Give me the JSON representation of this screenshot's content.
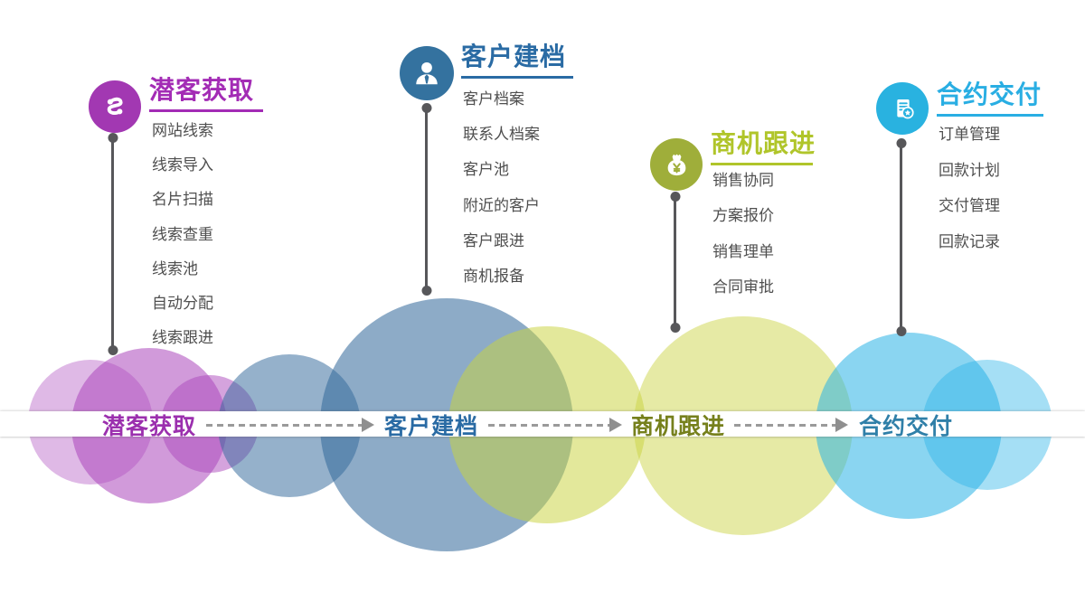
{
  "stages": [
    {
      "title": "潜客获取",
      "icon": "route-squiggle-icon",
      "icon_bg": "#A238B2",
      "title_color": "#A32CB5",
      "band_label": "潜客获取",
      "band_label_color": "#9B2FAE",
      "items": [
        "网站线索",
        "线索导入",
        "名片扫描",
        "线索查重",
        "线索池",
        "自动分配",
        "线索跟进"
      ]
    },
    {
      "title": "客户建档",
      "icon": "businessman-icon",
      "icon_bg": "#34729F",
      "title_color": "#2A6BA4",
      "band_label": "客户建档",
      "band_label_color": "#2A6BA4",
      "items": [
        "客户档案",
        "联系人档案",
        "客户池",
        "附近的客户",
        "客户跟进",
        "商机报备"
      ]
    },
    {
      "title": "商机跟进",
      "icon": "money-bag-icon",
      "icon_bg": "#9FAE3A",
      "title_color": "#B0C52A",
      "band_label": "商机跟进",
      "band_label_color": "#76801C",
      "items": [
        "销售协同",
        "方案报价",
        "销售理单",
        "合同审批"
      ]
    },
    {
      "title": "合约交付",
      "icon": "contract-star-icon",
      "icon_bg": "#29B2E0",
      "title_color": "#29AEE3",
      "band_label": "合约交付",
      "band_label_color": "#2F7FA8",
      "items": [
        "订单管理",
        "回款计划",
        "交付管理",
        "回款记录"
      ]
    }
  ],
  "item_text_color": "#4F4F4F",
  "timeline_color": "#57575A",
  "arrow_color": "#9A9A9A"
}
